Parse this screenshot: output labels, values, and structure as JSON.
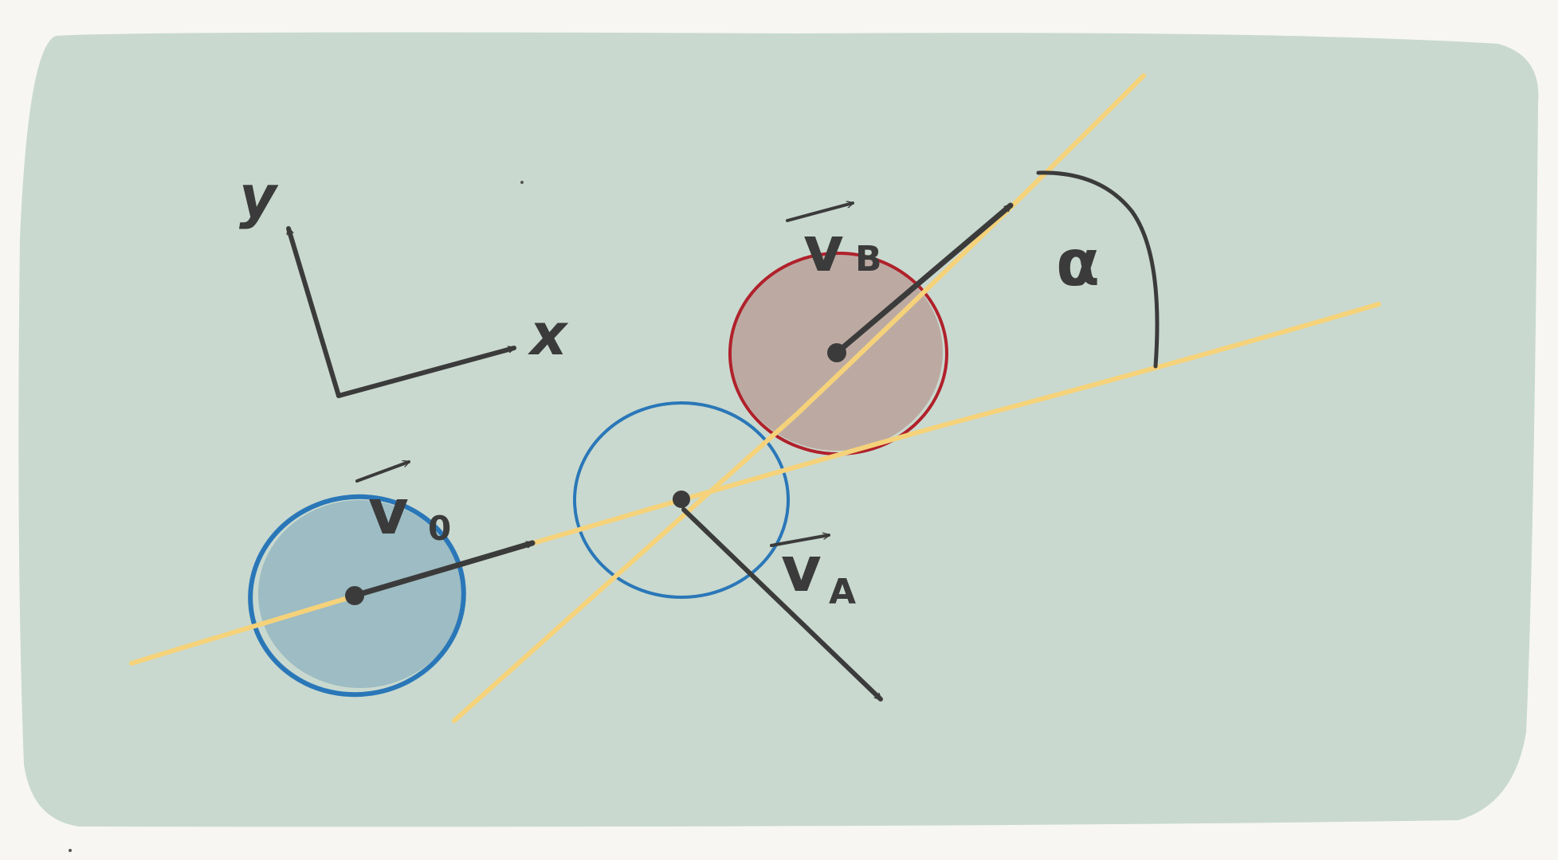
{
  "axes": {
    "x_label": "x",
    "y_label": "y"
  },
  "ball_initial": {
    "velocity_label": "v",
    "velocity_sub": "0"
  },
  "ball_a": {
    "velocity_label": "v",
    "velocity_sub": "A"
  },
  "ball_b": {
    "velocity_label": "v",
    "velocity_sub": "B"
  },
  "angle": {
    "label": "α"
  },
  "colors": {
    "background_panel": "#c9d9cf",
    "page": "#f7f6f3",
    "ink": "#3b3b3b",
    "ball_initial_fill": "#9dbcc3",
    "ball_initial_stroke": "#2a77b8",
    "ball_a_stroke": "#2a77b8",
    "ball_b_fill": "#bcaaa2",
    "ball_b_stroke": "#b0212b",
    "trajectory": "#f5d27a"
  }
}
